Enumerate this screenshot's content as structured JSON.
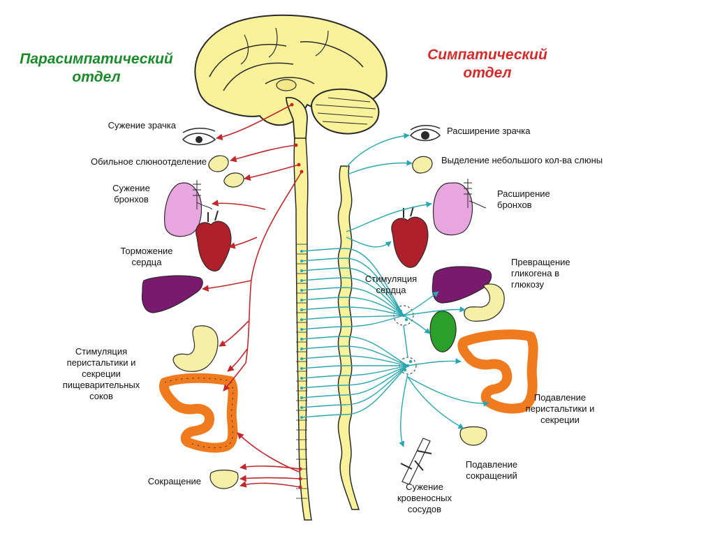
{
  "titles": {
    "parasympathetic": "Парасимпатический отдел",
    "sympathetic": "Симпатический отдел"
  },
  "colors": {
    "parasympathetic_title": "#1a8a2a",
    "sympathetic_title": "#d42a2a",
    "parasympathetic_nerve": "#c0282c",
    "sympathetic_nerve": "#2aa6b0",
    "brain": "#f9f29a",
    "spinal_cord": "#f9f29a",
    "lungs": "#e8a6e0",
    "heart": "#b0202a",
    "liver": "#7a1a6e",
    "stomach": "#f6efa6",
    "intestine": "#f07a1e",
    "gallbladder": "#2aa02a"
  },
  "parasympathetic_labels": {
    "pupil": "Сужение зрачка",
    "saliva": "Обильное слюноотделение",
    "bronchi": "Сужение бронхов",
    "heart": "Торможение сердца",
    "digestion": "Стимуляция перистальтики и секреции пищеварительных соков",
    "bladder": "Сокращение"
  },
  "sympathetic_labels": {
    "pupil": "Расширение зрачка",
    "saliva": "Выделение небольшого кол-ва слюны",
    "bronchi": "Расширение бронхов",
    "heart": "Стимуляция сердца",
    "glycogen": "Превращение гликогена в глюкозу",
    "digestion": "Подавление перистальтики и секреции",
    "bladder": "Подавление сокращений",
    "vessels": "Сужение кровеносных сосудов"
  },
  "icons": [
    "brain-icon",
    "spinal-cord-icon",
    "sympathetic-chain-icon",
    "eye-icon",
    "salivary-gland-icon",
    "lungs-icon",
    "heart-icon",
    "liver-icon",
    "stomach-icon",
    "intestine-icon",
    "bladder-icon",
    "gallbladder-icon",
    "blood-vessel-icon",
    "ganglion-icon"
  ]
}
